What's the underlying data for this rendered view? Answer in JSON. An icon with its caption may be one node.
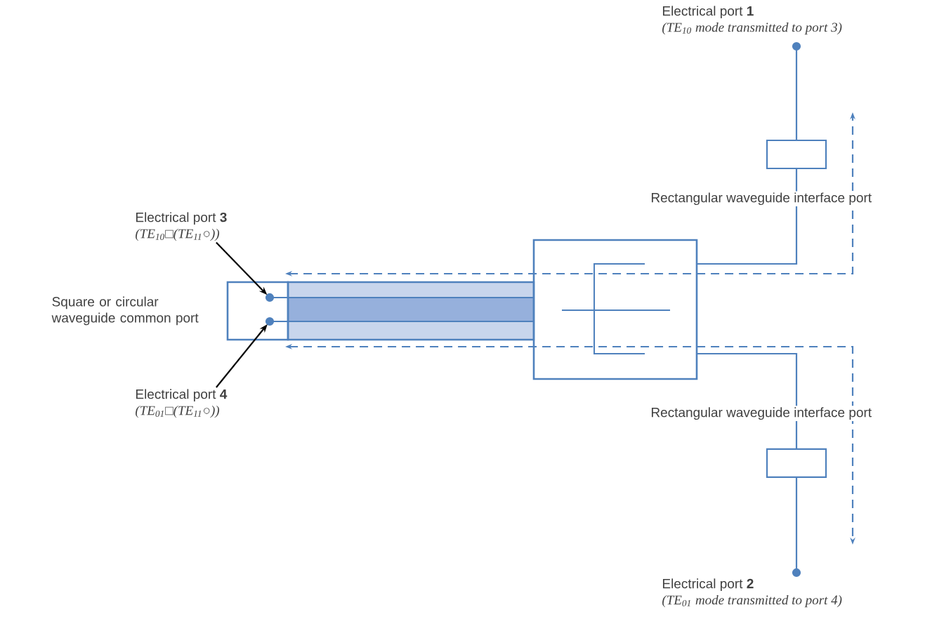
{
  "diagram": {
    "nodes": [
      {
        "text": [
          "Electrical port **1**",
          "(TE$_{10}$ mode transmitted to port 3)"
        ]
      },
      {
        "text": [],
        "shape": "circle"
      },
      {
        "text": [],
        "shape": "box"
      },
      {
        "text": [],
        "shape": "box",
        "beside": [
          "Square or circular waveguide common port"
        ]
      },
      {
        "text": [],
        "shape": "circle",
        "in": 3
      },
      {
        "text": [],
        "shape": "circle",
        "in": 3
      },
      {
        "text": [
          "Electrical port **3**",
          "(TE$_{10}$□(TE$_{11}$○))"
        ]
      },
      {
        "text": [],
        "shape": "box"
      },
      {
        "text": [
          "Electrical port **4**",
          "(TE$_{01}$□(TE$_{11}$○))"
        ]
      },
      {
        "text": [],
        "shape": "box"
      },
      {
        "text": [],
        "shape": "circle"
      },
      {
        "text": [
          "Electrical port **2**",
          "(TE$_{01}$ mode transmitted to port 4)"
        ]
      }
    ],
    "edges": [
      {
        "from": 1,
        "to": 2,
        "arrow": "none"
      },
      {
        "from": 2,
        "to": 7,
        "arrow": "none"
      },
      {
        "from": 6,
        "to": 4,
        "arrow": "to",
        "color": "#000000"
      },
      {
        "from": 8,
        "to": 5,
        "arrow": "to",
        "color": "#000000"
      },
      {
        "from": 4,
        "to": 7,
        "arrow": "none"
      },
      {
        "from": 5,
        "to": 7,
        "arrow": "none"
      },
      {
        "from": 9,
        "to": 7,
        "arrow": "none"
      },
      {
        "from": 9,
        "to": 10,
        "arrow": "none"
      }
    ],
    "labels": [
      "Rectangular waveguide interface port",
      "Rectangular waveguide interface port"
    ]
  }
}
